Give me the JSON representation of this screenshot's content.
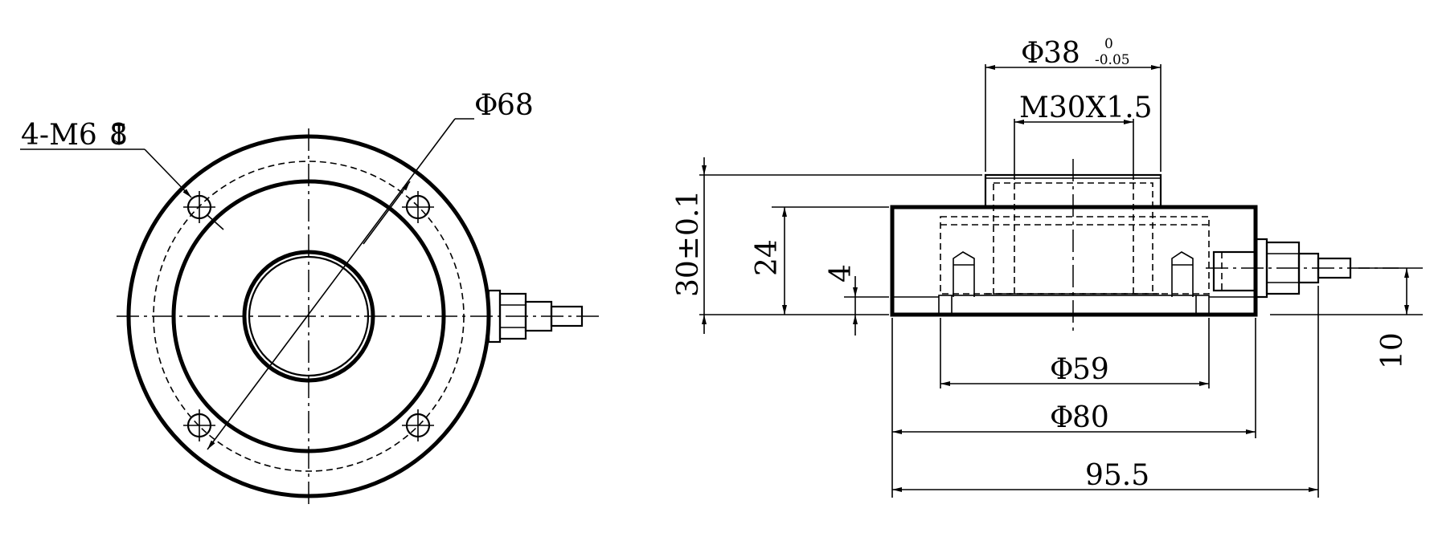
{
  "top_view": {
    "hole_callout": "4-M6",
    "hole_depth_symbol": "↧",
    "hole_depth": "8",
    "bolt_circle_dia": "68"
  },
  "side_view": {
    "boss_dia": "38",
    "boss_tol_upper": "0",
    "boss_tol_lower": "-0.05",
    "thread": "M30X1.5",
    "total_height": "30±0.1",
    "body_height": "24",
    "recess_depth": "4",
    "cable_height": "10",
    "recess_dia": "59",
    "body_dia": "80",
    "overall_length": "95.5"
  },
  "symbols": {
    "diameter": "Φ"
  }
}
